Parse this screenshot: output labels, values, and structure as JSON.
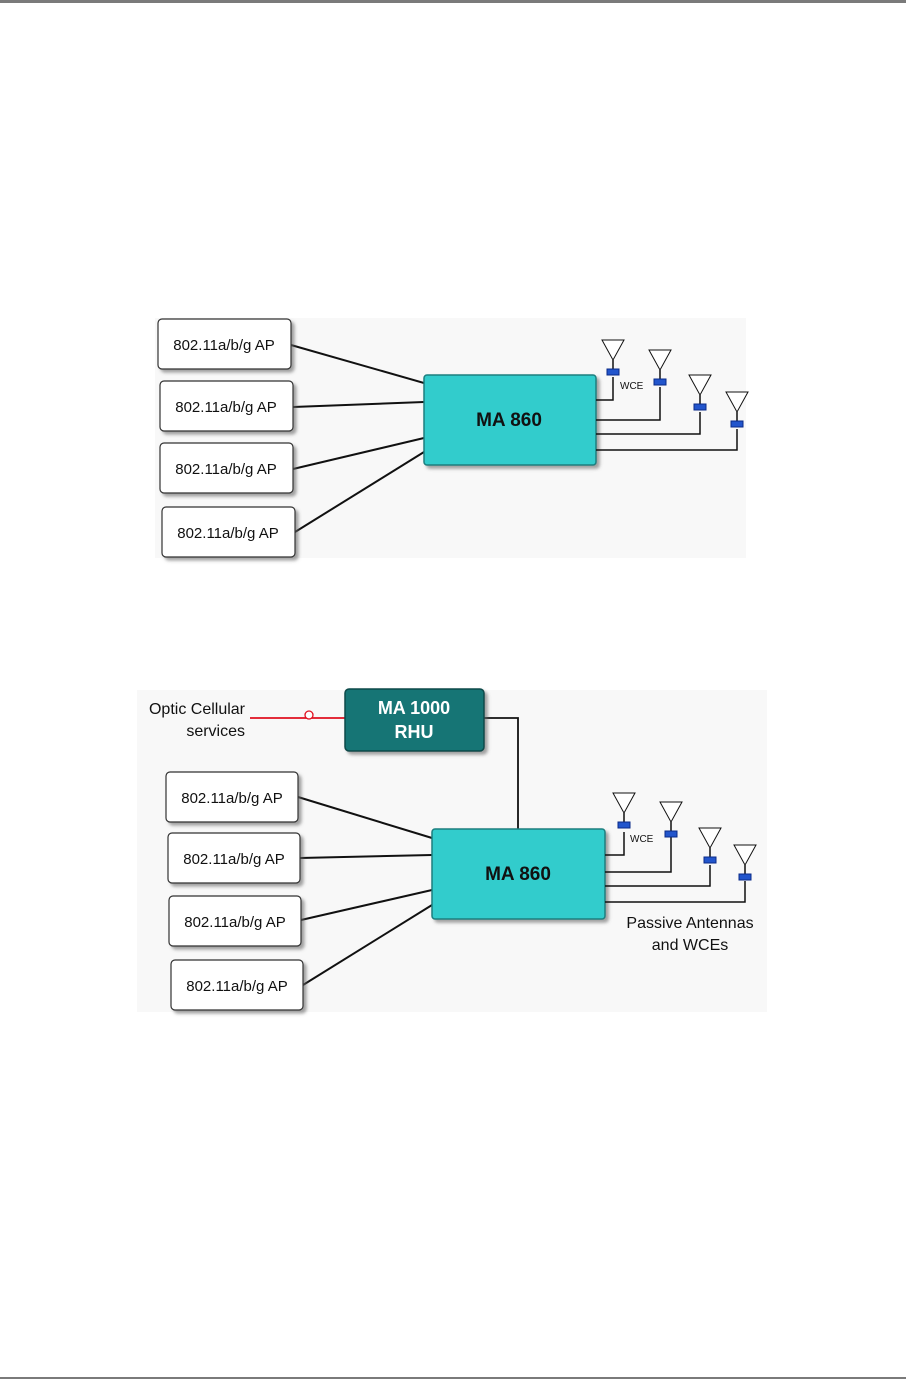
{
  "diagram1": {
    "access_points": [
      "802.11a/b/g AP",
      "802.11a/b/g AP",
      "802.11a/b/g AP",
      "802.11a/b/g AP"
    ],
    "hub_label": "MA 860",
    "wce_label": "WCE"
  },
  "diagram2": {
    "access_points": [
      "802.11a/b/g AP",
      "802.11a/b/g AP",
      "802.11a/b/g AP",
      "802.11a/b/g AP"
    ],
    "hub_label": "MA 860",
    "rhu_line1": "MA 1000",
    "rhu_line2": "RHU",
    "optic_line1": "Optic Cellular",
    "optic_line2": "services",
    "wce_label": "WCE",
    "passive_line1": "Passive Antennas",
    "passive_line2": "and WCEs"
  },
  "colors": {
    "hub_fill": "#33cccc",
    "rhu_fill": "#127474",
    "optic_line": "#e01020",
    "connector": "#2255cc"
  }
}
